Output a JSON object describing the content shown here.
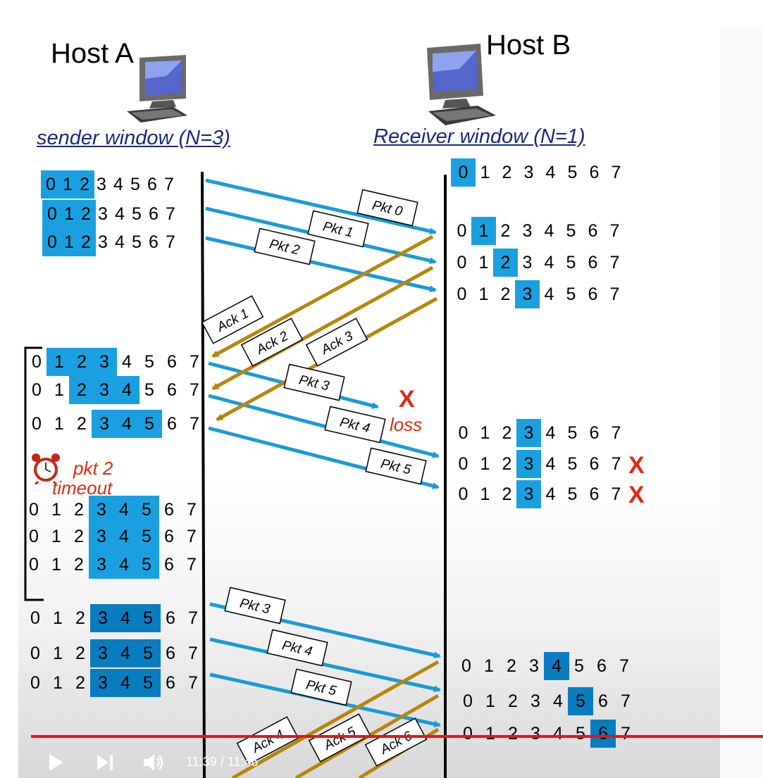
{
  "hosts": {
    "a": "Host A",
    "b": "Host B"
  },
  "windows": {
    "sender": "sender window (N=3)",
    "receiver": "Receiver window (N=1)"
  },
  "digits": [
    "0",
    "1",
    "2",
    "3",
    "4",
    "5",
    "6",
    "7"
  ],
  "packets": [
    "Pkt 0",
    "Pkt 1",
    "Pkt 2",
    "Pkt 3",
    "Pkt 4",
    "Pkt 5",
    "Pkt 3",
    "Pkt 4",
    "Pkt 5"
  ],
  "acks": [
    "Ack 1",
    "Ack 2",
    "Ack 3",
    "Ack 4",
    "Ack 5",
    "Ack 6"
  ],
  "loss_mark": "X",
  "loss_label": "loss",
  "timeout_label_1": "pkt 2",
  "timeout_label_2": "timeout",
  "dup_mark": "X",
  "player": {
    "time": "11:39 / 11:46"
  },
  "colors": {
    "data_arrow": "#1a9ad8",
    "ack_arrow": "#b8860b",
    "window": "#1aa0e0",
    "window_dark": "#0a7cc0",
    "alert": "#e02a10"
  },
  "icons": [
    "computer-icon",
    "alarm-clock-icon",
    "play-icon",
    "skip-next-icon",
    "volume-icon"
  ]
}
